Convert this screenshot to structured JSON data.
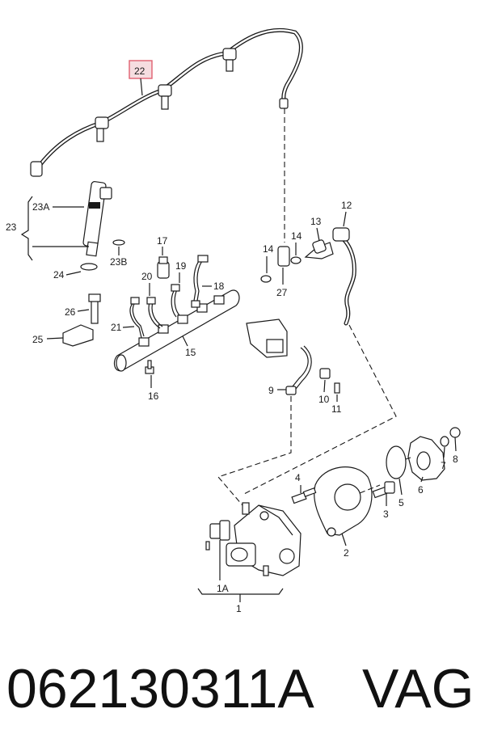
{
  "diagram": {
    "highlight_color": "#e06070",
    "labels": {
      "l1": "1",
      "l1A": "1A",
      "l2": "2",
      "l3": "3",
      "l4": "4",
      "l5": "5",
      "l6": "6",
      "l7": "7",
      "l8": "8",
      "l9": "9",
      "l10": "10",
      "l11": "11",
      "l12": "12",
      "l13": "13",
      "l14a": "14",
      "l14b": "14",
      "l15": "15",
      "l16": "16",
      "l17": "17",
      "l18": "18",
      "l19": "19",
      "l20": "20",
      "l21": "21",
      "l22": "22",
      "l23": "23",
      "l23A": "23A",
      "l23B": "23B",
      "l24": "24",
      "l25": "25",
      "l26": "26",
      "l27": "27"
    }
  },
  "footer": {
    "part_number": "062130311A",
    "brand": "VAG"
  }
}
